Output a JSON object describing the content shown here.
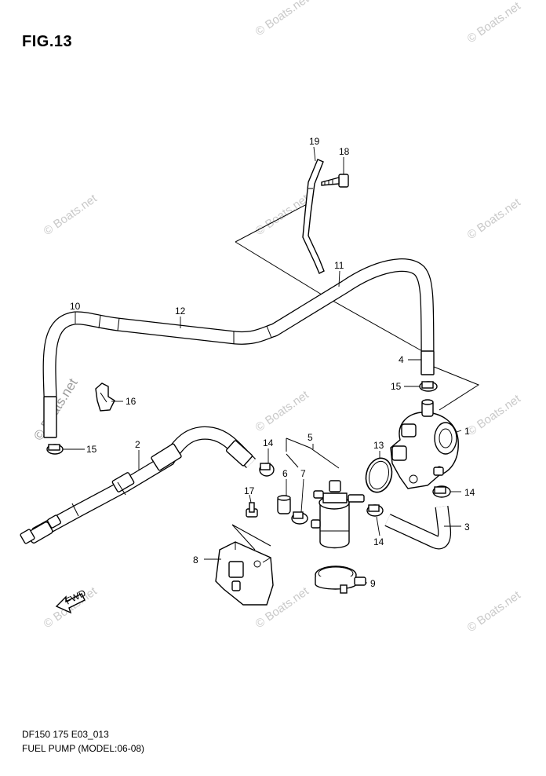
{
  "figure": {
    "title": "FIG.13",
    "code": "DF150 175 E03_013",
    "caption": "FUEL PUMP (MODEL:06-08)"
  },
  "watermark": {
    "text": "© Boats.net",
    "color": "#c9c9c9"
  },
  "direction_arrow": {
    "text": "FWD"
  },
  "callouts": {
    "c1": "1",
    "c2": "2",
    "c3": "3",
    "c4": "4",
    "c5": "5",
    "c6": "6",
    "c7": "7",
    "c8": "8",
    "c9": "9",
    "c10": "10",
    "c11": "11",
    "c12": "12",
    "c13": "13",
    "c14a": "14",
    "c14b": "14",
    "c14c": "14",
    "c15a": "15",
    "c15b": "15",
    "c16": "16",
    "c17": "17",
    "c18": "18",
    "c19": "19"
  }
}
